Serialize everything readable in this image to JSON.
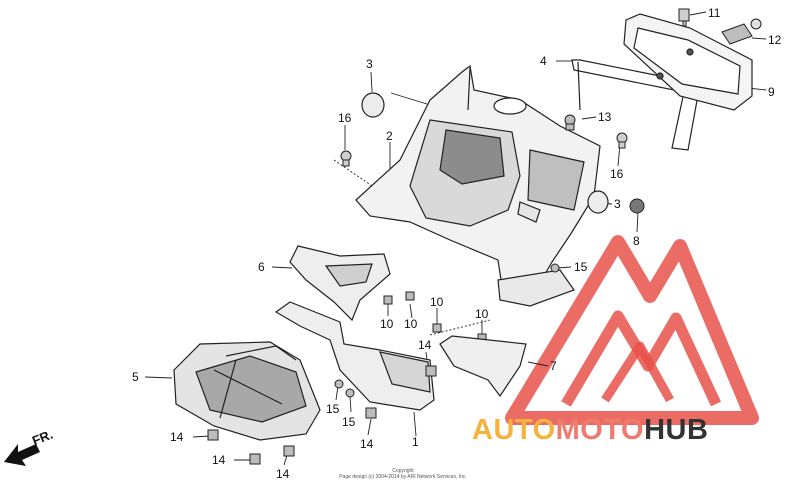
{
  "callouts": [
    {
      "id": "c1",
      "text": "1"
    },
    {
      "id": "c2",
      "text": "2"
    },
    {
      "id": "c3a",
      "text": "3"
    },
    {
      "id": "c3b",
      "text": "3"
    },
    {
      "id": "c4",
      "text": "4"
    },
    {
      "id": "c5",
      "text": "5"
    },
    {
      "id": "c6",
      "text": "6"
    },
    {
      "id": "c7",
      "text": "7"
    },
    {
      "id": "c8",
      "text": "8"
    },
    {
      "id": "c9",
      "text": "9"
    },
    {
      "id": "c10a",
      "text": "10"
    },
    {
      "id": "c10b",
      "text": "10"
    },
    {
      "id": "c10c",
      "text": "10"
    },
    {
      "id": "c10d",
      "text": "10"
    },
    {
      "id": "c11",
      "text": "11"
    },
    {
      "id": "c12",
      "text": "12"
    },
    {
      "id": "c13",
      "text": "13"
    },
    {
      "id": "c14a",
      "text": "14"
    },
    {
      "id": "c14b",
      "text": "14"
    },
    {
      "id": "c14c",
      "text": "14"
    },
    {
      "id": "c14d",
      "text": "14"
    },
    {
      "id": "c14e",
      "text": "14"
    },
    {
      "id": "c15a",
      "text": "15"
    },
    {
      "id": "c15b",
      "text": "15"
    },
    {
      "id": "c15c",
      "text": "15"
    },
    {
      "id": "c16a",
      "text": "16"
    },
    {
      "id": "c16b",
      "text": "16"
    }
  ],
  "direction_label": "FR.",
  "copyright": {
    "line1": "Copyright",
    "line2": "Page design (c) 2004-2014 by ARI Network Services, Inc."
  },
  "watermark": {
    "word1": "AUTO",
    "word2": "MOTO",
    "word3": "HUB",
    "colors": {
      "auto": "#f6b23c",
      "moto": "#ef7a6e",
      "hub": "#333333",
      "logo": "#e8514a"
    }
  }
}
